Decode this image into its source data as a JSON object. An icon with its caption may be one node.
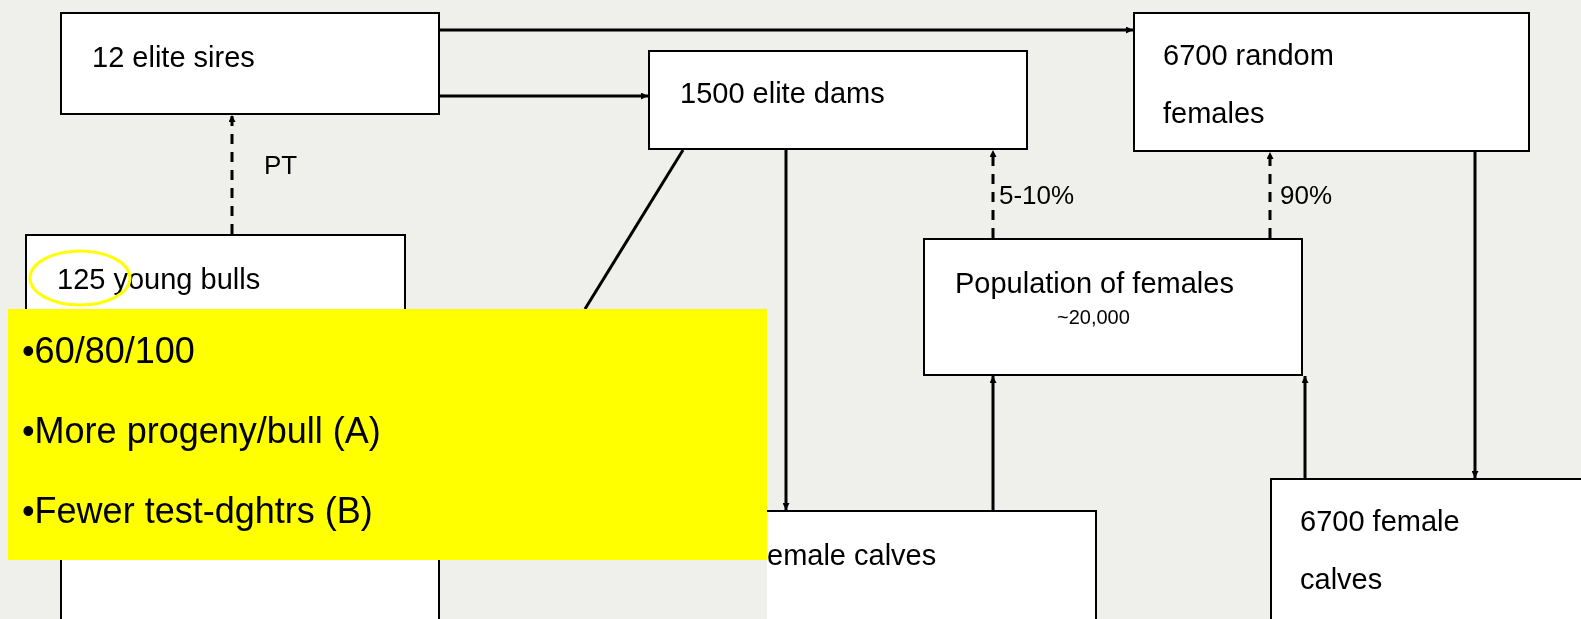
{
  "diagram": {
    "nodes": [
      {
        "text": [
          "12 elite sires"
        ]
      },
      {
        "text": [
          "1500 elite dams"
        ]
      },
      {
        "text": [
          "6700 random females"
        ]
      },
      {
        "text": [
          "125 young bulls"
        ]
      },
      {
        "text": [
          "Population of females",
          "~20,000"
        ]
      },
      {
        "text": [],
        "shape": "box"
      },
      {
        "text": [
          "emale calves"
        ]
      },
      {
        "text": [
          "6700 female calves"
        ]
      },
      {
        "text": [
          "•60/80/100",
          "•More progeny/bull (A)",
          "•Fewer test-dghtrs (B)"
        ]
      }
    ],
    "edges": [
      {
        "from": 0,
        "to": 2,
        "arrow": "to"
      },
      {
        "from": 0,
        "to": 1,
        "arrow": "to"
      },
      {
        "from": 3,
        "to": 0,
        "arrow": "to",
        "style": "dashed",
        "label": "PT"
      },
      {
        "from": 1,
        "to": 8,
        "arrow": "none"
      },
      {
        "from": 1,
        "to": 6,
        "arrow": "to"
      },
      {
        "from": 4,
        "to": 1,
        "arrow": "to",
        "style": "dashed",
        "label": "5-10%"
      },
      {
        "from": 4,
        "to": 2,
        "arrow": "to",
        "style": "dashed",
        "label": "90%"
      },
      {
        "from": 6,
        "to": 4,
        "arrow": "to"
      },
      {
        "from": 7,
        "to": 4,
        "arrow": "to"
      },
      {
        "from": 2,
        "to": 7,
        "arrow": "to"
      }
    ]
  }
}
